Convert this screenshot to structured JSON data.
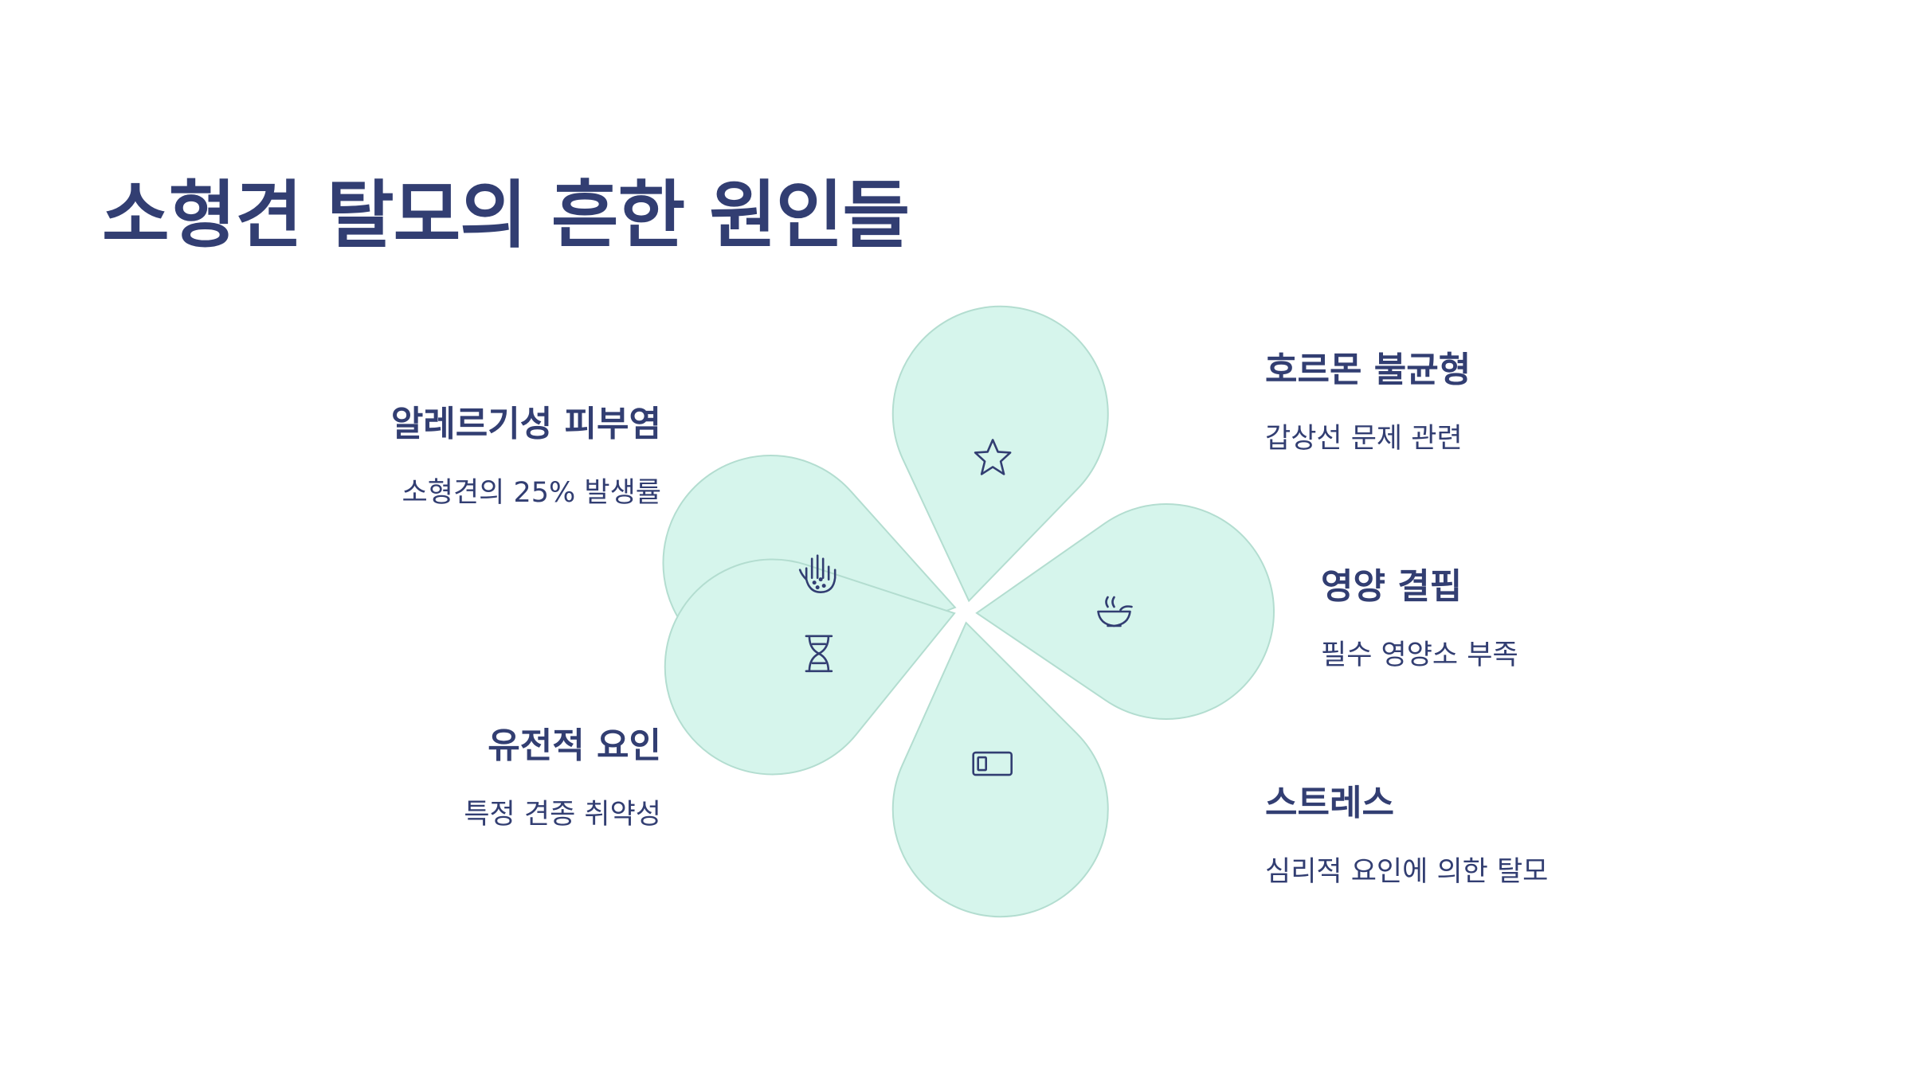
{
  "title": "소형견 탈모의 흔한 원인들",
  "colors": {
    "petal_fill": "#d6f5ec",
    "petal_stroke": "#b3ddd0",
    "text": "#323e72",
    "icon": "#323e72"
  },
  "causes": [
    {
      "title": "알레르기성 피부염",
      "desc": "소형견의 25% 발생률",
      "icon": "hand-icon"
    },
    {
      "title": "호르몬 불균형",
      "desc": "갑상선 문제 관련",
      "icon": "star-icon"
    },
    {
      "title": "영양 결핍",
      "desc": "필수 영양소 부족",
      "icon": "bowl-icon"
    },
    {
      "title": "스트레스",
      "desc": "심리적 요인에 의한 탈모",
      "icon": "battery-icon"
    },
    {
      "title": "유전적 요인",
      "desc": "특정 견종 취약성",
      "icon": "dna-icon"
    }
  ]
}
